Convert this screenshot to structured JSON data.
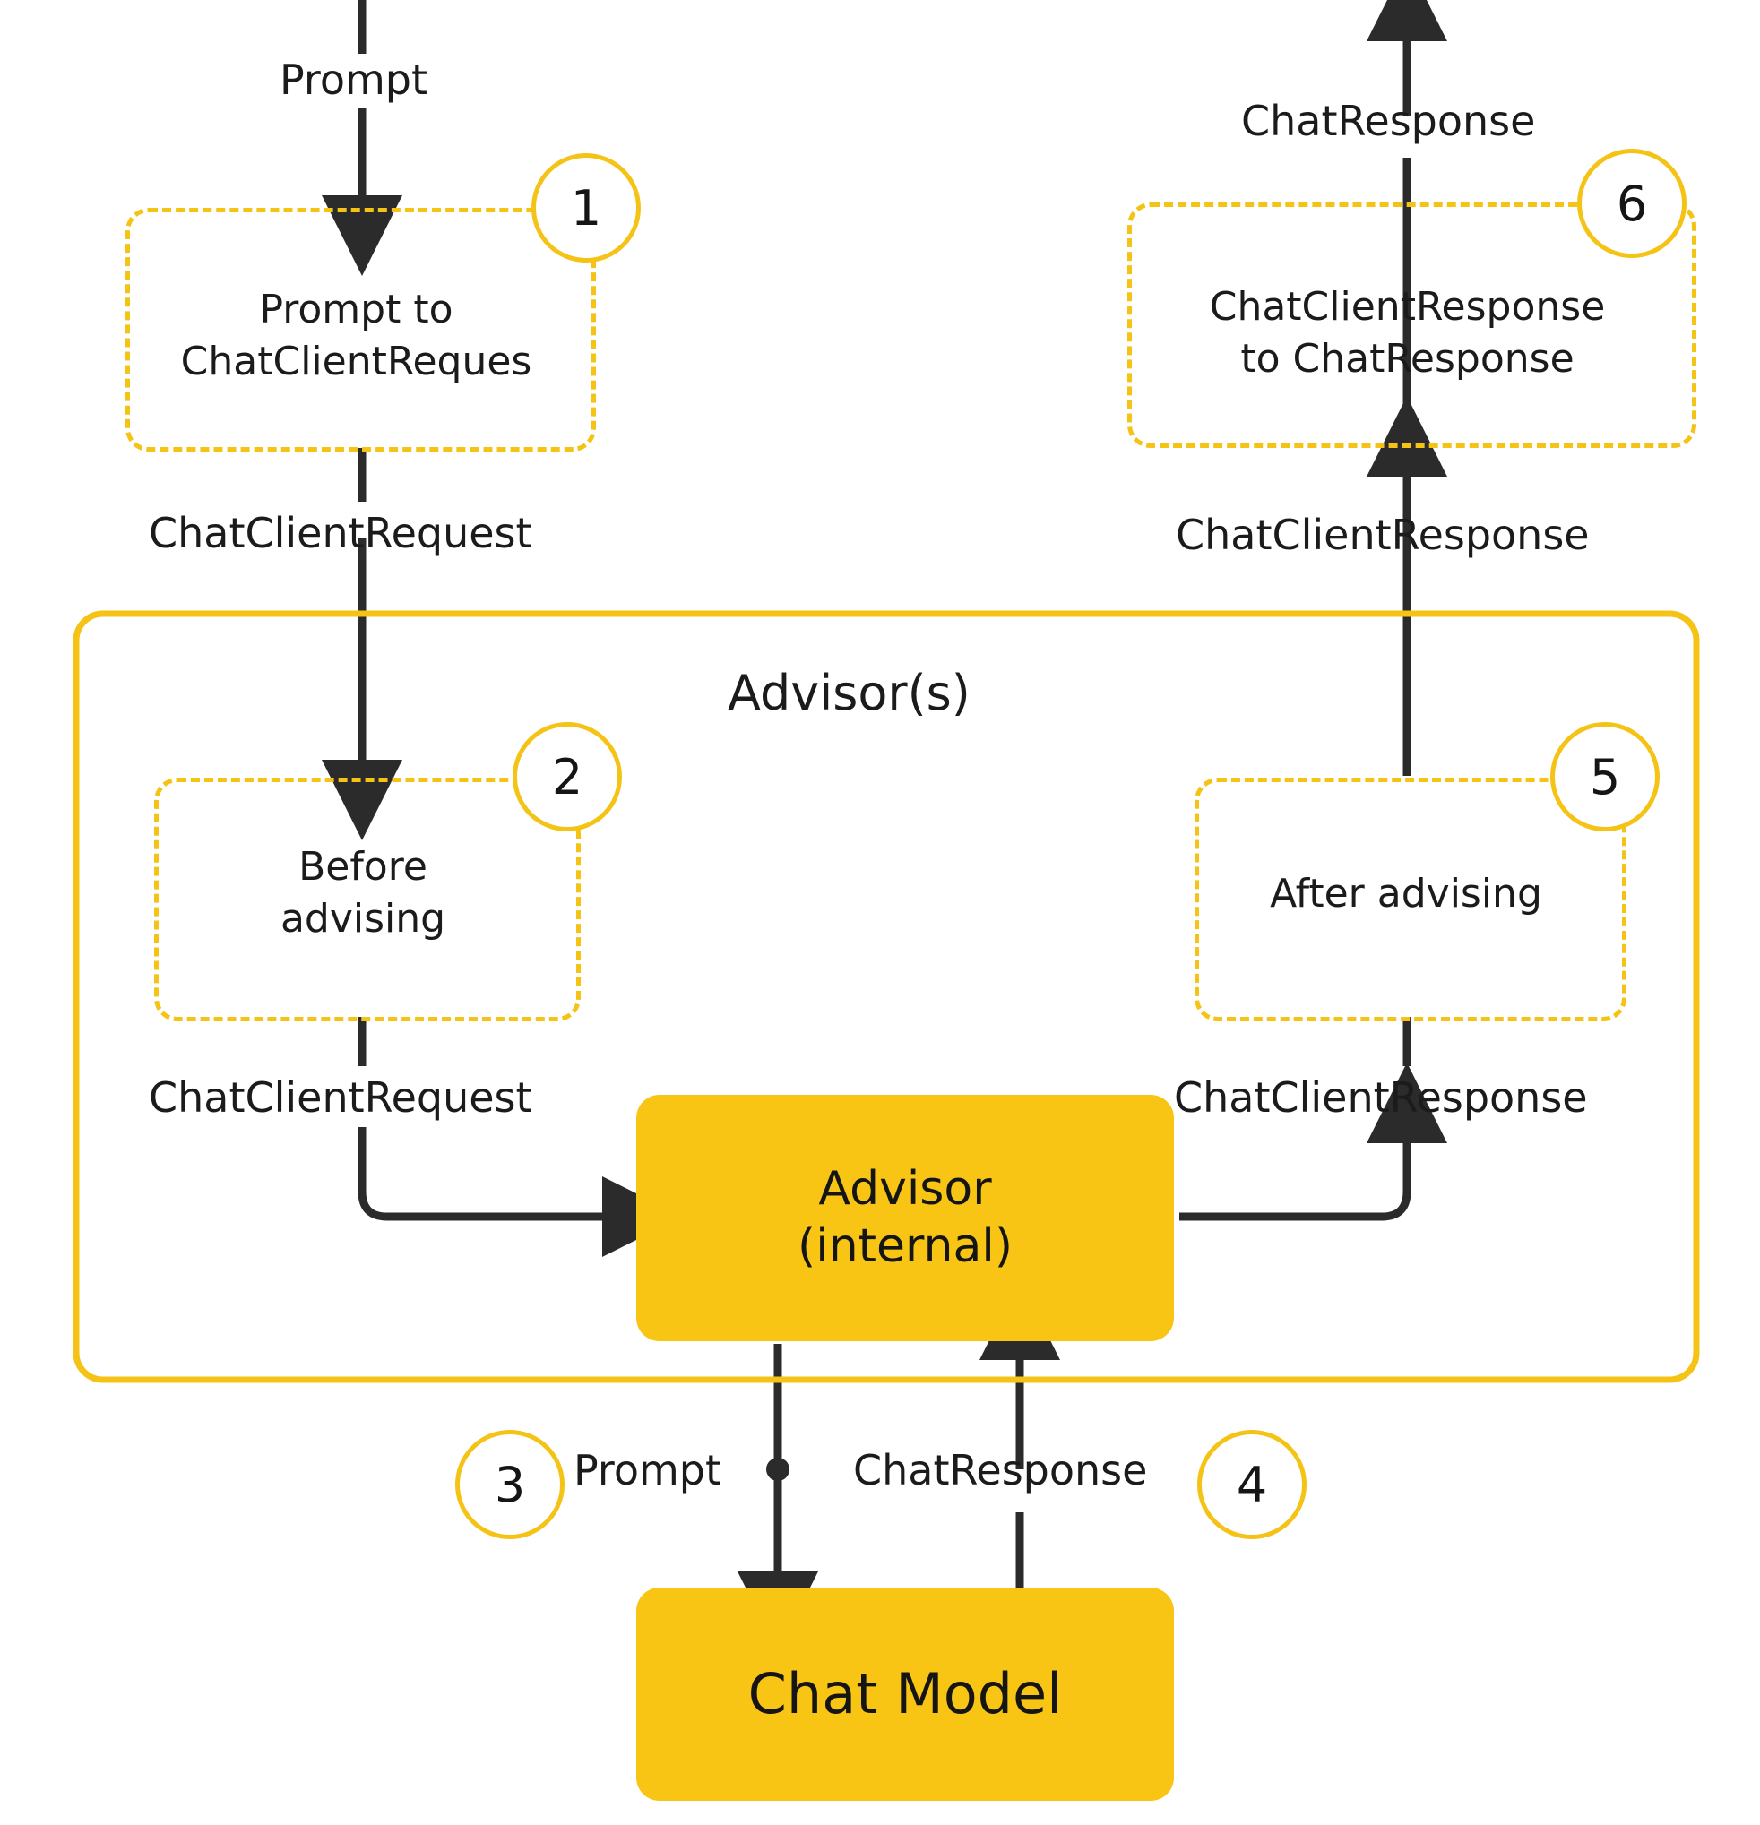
{
  "diagram": {
    "title": "Spring AI ChatClient Advisor flow",
    "colors": {
      "accent_yellow": "#F9C515",
      "outline_yellow": "#F4C316",
      "arrow_dark": "#2B2B2B",
      "text_dark": "#1B1B1B",
      "background": "#FFFFFF"
    },
    "group": {
      "label": "Advisor(s)"
    },
    "steps": [
      {
        "number": "1",
        "label": "Prompt to\nChatClientReques",
        "line1": "Prompt to",
        "line2": "ChatClientReques",
        "style": "dashed"
      },
      {
        "number": "2",
        "label": "Before\nadvising",
        "line1": "Before",
        "line2": "advising",
        "style": "dashed"
      },
      {
        "number": "3",
        "label": "Prompt",
        "line1": "Prompt",
        "line2": "",
        "style": "edge"
      },
      {
        "number": "4",
        "label": "ChatResponse",
        "line1": "ChatResponse",
        "line2": "",
        "style": "edge"
      },
      {
        "number": "5",
        "label": "After advising",
        "line1": "After advising",
        "line2": "",
        "style": "dashed"
      },
      {
        "number": "6",
        "label": "ChatClientResponse\nto ChatResponse",
        "line1": "ChatClientResponse",
        "line2": "to ChatResponse",
        "style": "dashed"
      }
    ],
    "nodes": [
      {
        "id": "advisor-internal",
        "line1": "Advisor",
        "line2": "(internal)",
        "style": "solid"
      },
      {
        "id": "chat-model",
        "line1": "Chat Model",
        "line2": "",
        "style": "solid"
      }
    ],
    "edges": [
      {
        "id": "input-prompt",
        "label": "Prompt",
        "direction": "down"
      },
      {
        "id": "chatclientrequest-to-group",
        "label": "ChatClientRequest",
        "direction": "down"
      },
      {
        "id": "chatclientrequest-to-advisor",
        "label": "ChatClientRequest",
        "direction": "down-right"
      },
      {
        "id": "prompt-to-model",
        "label": "Prompt",
        "direction": "down"
      },
      {
        "id": "chatresponse-from-model",
        "label": "ChatResponse",
        "direction": "up"
      },
      {
        "id": "chatclientresponse-to-after",
        "label": "ChatClientResponse",
        "direction": "right-up"
      },
      {
        "id": "chatclientresponse-to-step6",
        "label": "ChatClientResponse",
        "direction": "up"
      },
      {
        "id": "output-chatresponse",
        "label": "ChatResponse",
        "direction": "up"
      }
    ]
  }
}
